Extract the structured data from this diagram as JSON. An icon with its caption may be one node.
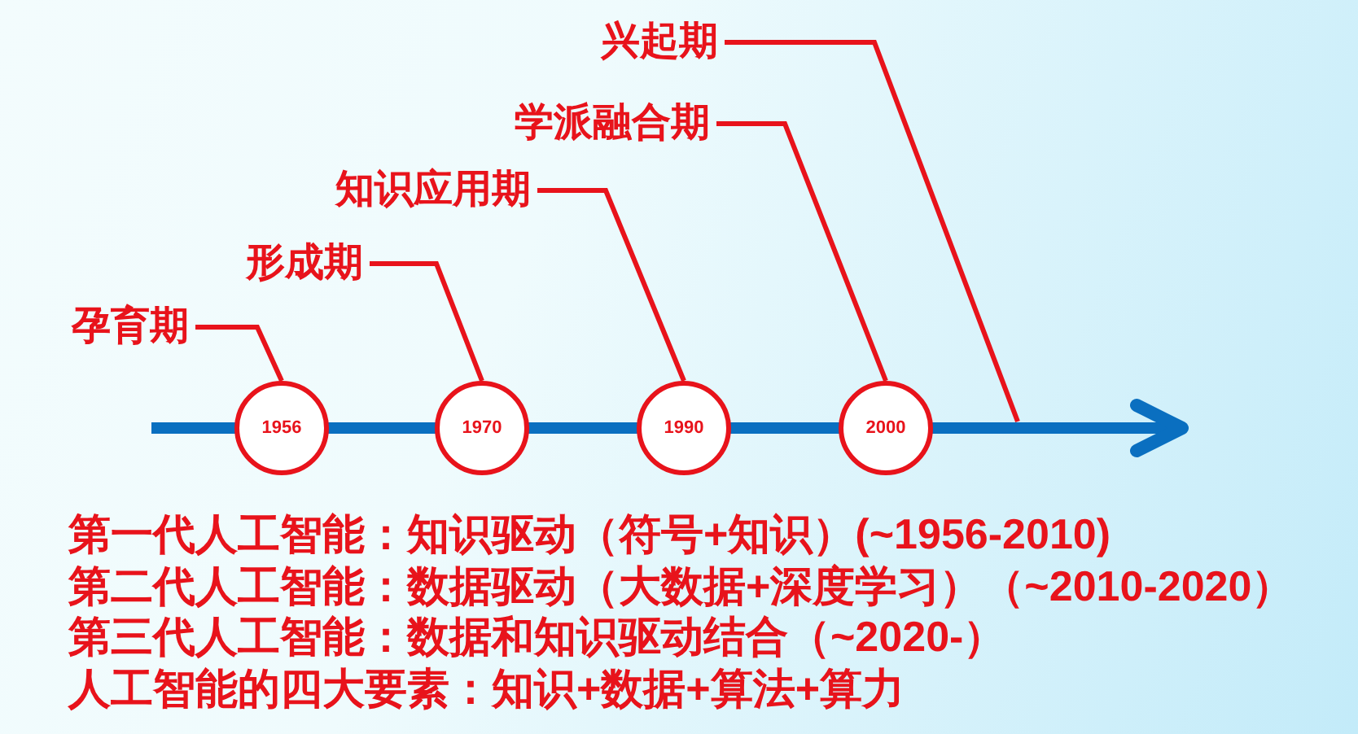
{
  "diagram": {
    "nodes": [
      {
        "text": [
          "孕育期"
        ]
      },
      {
        "text": [
          "形成期"
        ]
      },
      {
        "text": [
          "知识应用期"
        ]
      },
      {
        "text": [
          "学派融合期"
        ]
      },
      {
        "text": [
          "兴起期"
        ]
      },
      {
        "text": [
          "1956"
        ]
      },
      {
        "text": [
          "1970"
        ]
      },
      {
        "text": [
          "1990"
        ]
      },
      {
        "text": [
          "2000"
        ]
      }
    ],
    "edges": [
      {
        "from": 0,
        "to": 5,
        "arrow": "none"
      },
      {
        "from": 1,
        "to": 6,
        "arrow": "none"
      },
      {
        "from": 2,
        "to": 7,
        "arrow": "none"
      },
      {
        "from": 3,
        "to": 8,
        "arrow": "none"
      },
      {
        "from": 4,
        "to": null,
        "arrow": "none"
      }
    ],
    "labels": [
      "第一代人工智能：知识驱动（符号+知识）(~1956-2010)",
      "第二代人工智能：数据驱动（大数据+深度学习）（~2010-2020）",
      "第三代人工智能：数据和知识驱动结合（~2020-）",
      "人工智能的四大要素：知识+数据+算法+算力"
    ]
  }
}
